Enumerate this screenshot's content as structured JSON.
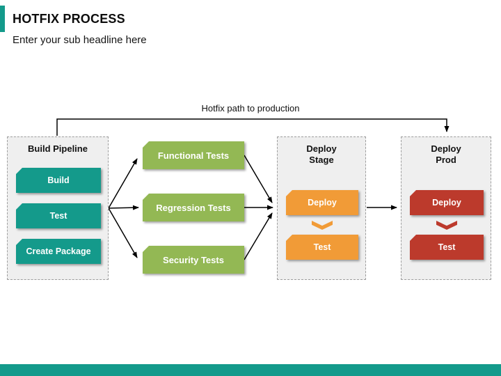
{
  "slide": {
    "title": "HOTFIX PROCESS",
    "subtitle": "Enter your sub headline here"
  },
  "diagram": {
    "path_label": "Hotfix path to production",
    "build_pipeline": {
      "title": "Build Pipeline",
      "steps": [
        "Build",
        "Test",
        "Create Package"
      ]
    },
    "tests": [
      "Functional Tests",
      "Regression Tests",
      "Security Tests"
    ],
    "deploy_stage": {
      "title": "Deploy Stage",
      "steps": [
        "Deploy",
        "Test"
      ]
    },
    "deploy_prod": {
      "title": "Deploy Prod",
      "steps": [
        "Deploy",
        "Test"
      ]
    },
    "colors": {
      "teal": "#149a8b",
      "green": "#93b854",
      "orange": "#f19b37",
      "red": "#bc3a2c",
      "connector": "#000000",
      "group_background": "#efefef"
    }
  }
}
